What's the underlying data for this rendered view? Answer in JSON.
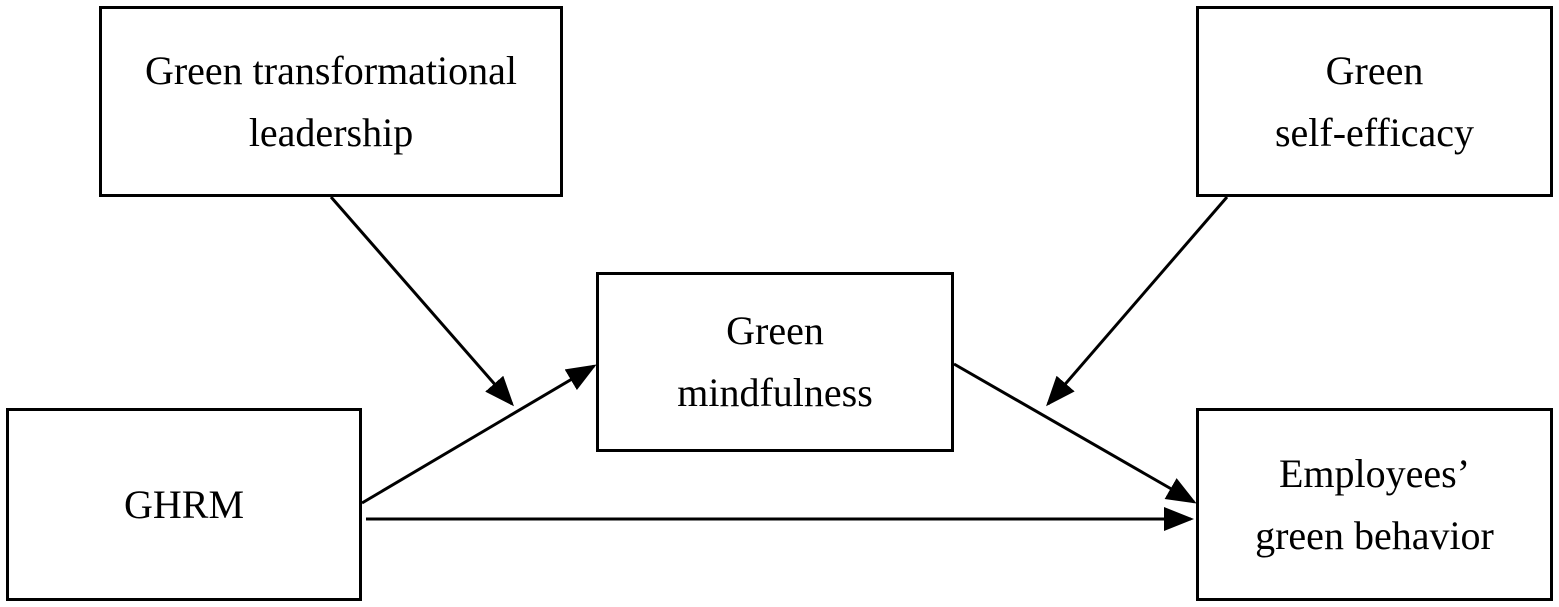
{
  "nodes": {
    "gtl": {
      "lines": [
        "Green transformational",
        "leadership"
      ]
    },
    "gse": {
      "lines": [
        "Green",
        "self-efficacy"
      ]
    },
    "gm": {
      "lines": [
        "Green",
        "mindfulness"
      ]
    },
    "ghrm": {
      "lines": [
        "GHRM"
      ]
    },
    "egb": {
      "lines": [
        "Employees’",
        "green behavior"
      ]
    }
  },
  "edges": [
    {
      "from": "ghrm",
      "to": "gm"
    },
    {
      "from": "gm",
      "to": "egb"
    },
    {
      "from": "ghrm",
      "to": "egb"
    },
    {
      "from": "gtl",
      "to": "ghrm-gm-path"
    },
    {
      "from": "gse",
      "to": "gm-egb-path"
    }
  ]
}
